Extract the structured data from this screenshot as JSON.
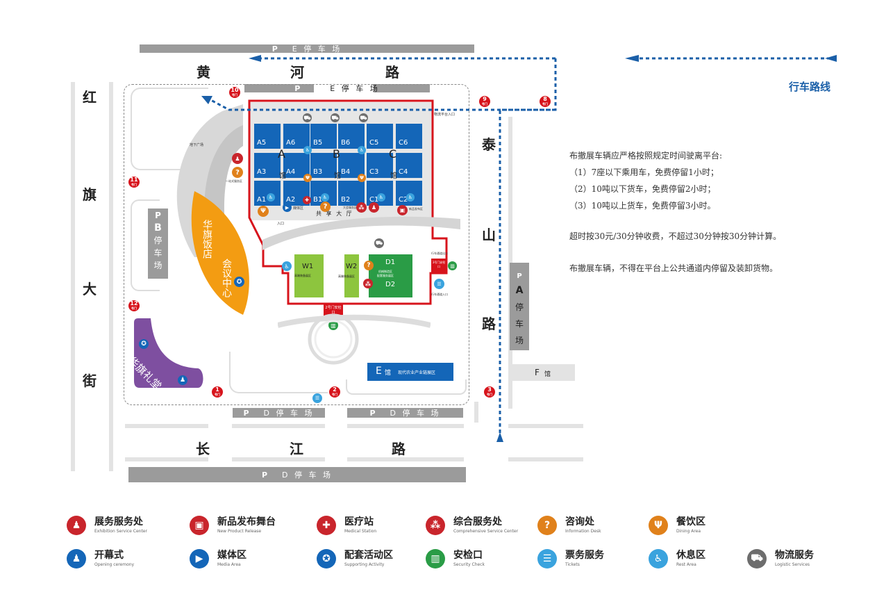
{
  "roads": {
    "north": [
      "黄",
      "河",
      "路"
    ],
    "south": [
      "长",
      "江",
      "路"
    ],
    "west": [
      "红",
      "旗",
      "大",
      "街"
    ],
    "east": [
      "泰",
      "山",
      "路"
    ]
  },
  "parking": {
    "p_letter": "P",
    "e_lot": "E 停 车 场",
    "d_lot": "D 停 车 场",
    "a_lot": [
      "A",
      "停",
      "车",
      "场"
    ],
    "b_lot": [
      "B",
      "停",
      "车",
      "场"
    ],
    "f_hall": "F",
    "f_hall_suffix": "馆"
  },
  "route": {
    "title": "行车路线",
    "color": "#1a5fa8"
  },
  "rules": {
    "heading": "布撤展车辆应严格按照规定时间驶离平台:",
    "items": [
      "（1）7座以下乘用车，免费停留1小时；",
      "（2）10吨以下货车，免费停留2小时；",
      "（3）10吨以上货车，免费停留3小时。"
    ],
    "overtime": "超时按30元/30分钟收费，不超过30分钟按30分钟计算。",
    "notice": "布撤展车辆，不得在平台上公共通道内停留及装卸货物。"
  },
  "gates": [
    {
      "num": "1",
      "label": "号门"
    },
    {
      "num": "2",
      "label": "号门"
    },
    {
      "num": "3",
      "label": "号门"
    },
    {
      "num": "8",
      "label": "号门"
    },
    {
      "num": "9",
      "label": "号门"
    },
    {
      "num": "10",
      "label": "号门"
    },
    {
      "num": "11",
      "label": "号门"
    },
    {
      "num": "12",
      "label": "号门"
    }
  ],
  "halls": {
    "cells_a": [
      "A5",
      "A6",
      "A3",
      "A4",
      "A1",
      "A2"
    ],
    "cells_b": [
      "B5",
      "B6",
      "B3",
      "B4",
      "B1",
      "B2"
    ],
    "cells_c": [
      "C5",
      "C6",
      "C3",
      "C4",
      "C1",
      "C2"
    ],
    "a_letter": "A",
    "b_letter": "B",
    "c_letter": "C",
    "hall_suffix": "馆",
    "w1": "W1",
    "w1_sub": "高端装备展区",
    "w2": "W2",
    "w2_sub": "高端装备展区",
    "d1": "D1",
    "d_sub1": "机械制造区",
    "d_sub2": "配套服务展区",
    "d2": "D2",
    "e_hall": "E",
    "e_suffix": "馆",
    "e_sub": "现代农业产业链展区",
    "public_hall": "共 享 大 厅",
    "underground": "地下广场",
    "one_stop": "一站式服务区",
    "logistics_entry": "物流平台入口",
    "media_label": "媒体区",
    "entrance": "入口",
    "vehicle_entry": "行车通道出口",
    "vehicle_entry2": "行车通道入口",
    "gate3_check": "3号门安检口",
    "gate2_check": "2号门安检口",
    "hotel": "华旗饭店",
    "conference": "会议中心",
    "auditorium": "华旗礼堂",
    "gate_label_top": "入口",
    "new_release": "新品发布区",
    "cooperation": "大会服务区"
  },
  "legend": [
    {
      "zh": "展务服务处",
      "en": "Exhibition Service Center",
      "color": "#c9252c",
      "icon": "people-desk-icon",
      "glyph": "👥"
    },
    {
      "zh": "新品发布舞台",
      "en": "New Product Release",
      "color": "#c9252c",
      "icon": "podium-icon",
      "glyph": "▣"
    },
    {
      "zh": "医疗站",
      "en": "Medical Station",
      "color": "#c9252c",
      "icon": "medical-kit-icon",
      "glyph": "✚"
    },
    {
      "zh": "综合服务处",
      "en": "Comprehensive Service Center",
      "color": "#c9252c",
      "icon": "circles-icon",
      "glyph": "⁂"
    },
    {
      "zh": "咨询处",
      "en": "Information Desk",
      "color": "#e0811b",
      "icon": "question-icon",
      "glyph": "?"
    },
    {
      "zh": "餐饮区",
      "en": "Dining Area",
      "color": "#e0811b",
      "icon": "fork-knife-icon",
      "glyph": "Ψ"
    },
    {
      "zh": "开幕式",
      "en": "Opening ceremony",
      "color": "#1466b8",
      "icon": "person-icon",
      "glyph": "♟"
    },
    {
      "zh": "媒体区",
      "en": "Media Area",
      "color": "#1466b8",
      "icon": "camera-icon",
      "glyph": "▶"
    },
    {
      "zh": "配套活动区",
      "en": "Supporting Activity",
      "color": "#1466b8",
      "icon": "star-badge-icon",
      "glyph": "✪"
    },
    {
      "zh": "安检口",
      "en": "Security Check",
      "color": "#2a9c46",
      "icon": "security-gate-icon",
      "glyph": "▥"
    },
    {
      "zh": "票务服务",
      "en": "Tickets",
      "color": "#3aa3de",
      "icon": "ticket-icon",
      "glyph": "☰"
    },
    {
      "zh": "休息区",
      "en": "Rest Area",
      "color": "#3aa3de",
      "icon": "seat-icon",
      "glyph": "♿"
    },
    {
      "zh": "物流服务",
      "en": "Logistic Services",
      "color": "#6d6d6d",
      "icon": "truck-icon",
      "glyph": "⛟"
    }
  ]
}
